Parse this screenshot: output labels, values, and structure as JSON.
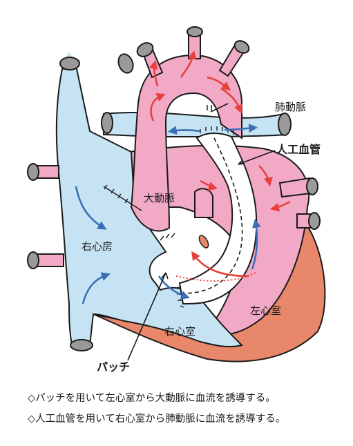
{
  "labels": {
    "pulmonary_artery": "肺動脈",
    "artificial_vessel": "人工血管",
    "aorta": "大動脈",
    "right_atrium": "右心房",
    "left_ventricle": "左心室",
    "right_ventricle": "右心室",
    "patch": "パッチ"
  },
  "notes": [
    "◇パッチを用いて左心室から大動脈に血流を誘導する。",
    "◇人工血管を用いて右心室から肺動脈に血流を誘導する。"
  ],
  "colors": {
    "blue_vessel": "#c5e3f2",
    "pink_vessel": "#f2a9c6",
    "muscle": "#e8876a",
    "conduit": "#ffffff",
    "outline": "#1a1a1a",
    "cap": "#9a9a9a",
    "arrow_red": "#e8403a",
    "arrow_blue": "#3a6fb8"
  }
}
